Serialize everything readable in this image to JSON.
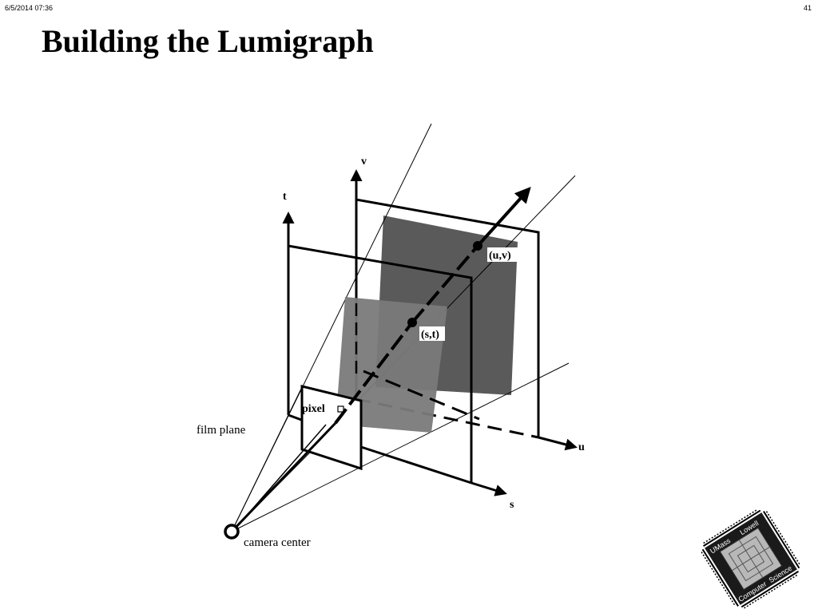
{
  "header": {
    "date": "6/5/2014  07:36",
    "page": "41"
  },
  "slide": {
    "title": "Building the Lumigraph"
  },
  "diagram": {
    "labels": {
      "v": "v",
      "t": "t",
      "u": "u",
      "s": "s",
      "uv": "(u,v)",
      "st": "(s,t)",
      "pixel": "pixel",
      "film_plane": "film plane",
      "camera_center": "camera center"
    }
  },
  "logo": {
    "word1": "UMass",
    "word2": "Lowell",
    "word3": "Computer",
    "word4": "Science"
  }
}
